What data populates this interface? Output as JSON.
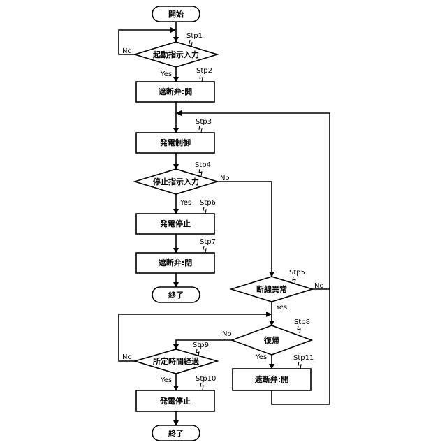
{
  "nodes": {
    "start": "開始",
    "stp1": "起動指示入力",
    "stp2": "遮断弁:開",
    "stp3": "発電制御",
    "stp4": "停止指示入力",
    "stp5": "断線異常",
    "stp6": "発電停止",
    "stp7": "遮断弁:閉",
    "end1": "終了",
    "stp8": "復帰",
    "stp9": "所定時間経過",
    "stp10": "発電停止",
    "stp11": "遮断弁:開",
    "end2": "終了"
  },
  "steps": {
    "stp1": "Stp1",
    "stp2": "Stp2",
    "stp3": "Stp3",
    "stp4": "Stp4",
    "stp5": "Stp5",
    "stp6": "Stp6",
    "stp7": "Stp7",
    "stp8": "Stp8",
    "stp9": "Stp9",
    "stp10": "Stp10",
    "stp11": "Stp11"
  },
  "branches": {
    "stp1_no": "No",
    "stp1_yes": "Yes",
    "stp4_no": "No",
    "stp4_yes": "Yes",
    "stp5_no": "No",
    "stp5_yes": "Yes",
    "stp8_no": "No",
    "stp8_yes": "Yes",
    "stp9_no": "No",
    "stp9_yes": "Yes"
  }
}
